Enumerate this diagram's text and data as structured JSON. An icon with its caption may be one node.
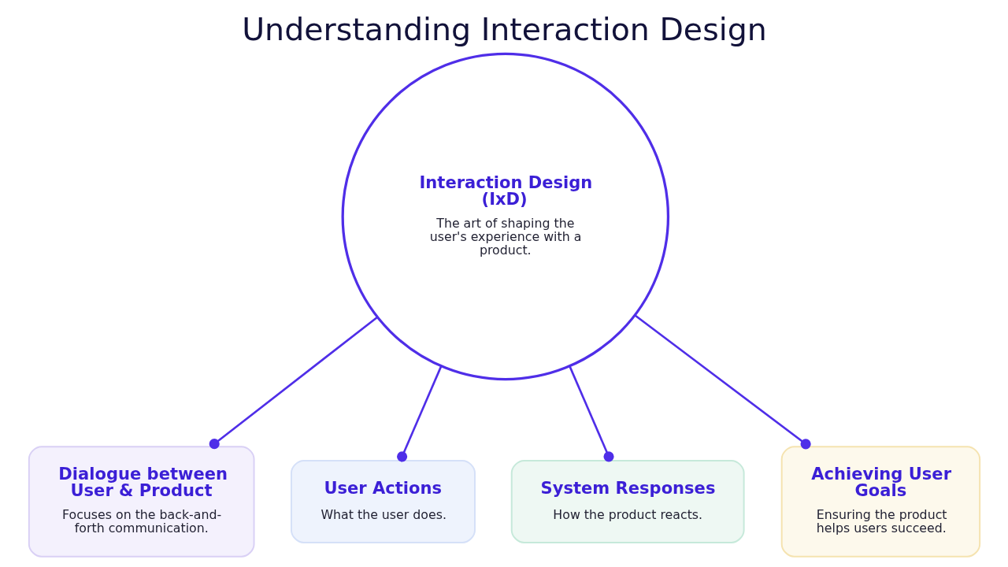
{
  "diagram": {
    "title": "Understanding Interaction Design",
    "nodes": [
      {
        "text": [
          "Interaction Design (IxD)",
          "The art of shaping the user's experience with a product."
        ]
      },
      {
        "text": [
          "Dialogue between User & Product",
          "Focuses on the back-and-forth communication."
        ]
      },
      {
        "text": [
          "User Actions",
          "What the user does."
        ]
      },
      {
        "text": [
          "System Responses",
          "How the product reacts."
        ]
      },
      {
        "text": [
          "Achieving User Goals",
          "Ensuring the product helps users succeed."
        ]
      }
    ],
    "edges": [
      {
        "from": 0,
        "to": 1,
        "arrow": "other"
      },
      {
        "from": 0,
        "to": 2,
        "arrow": "other"
      },
      {
        "from": 0,
        "to": 3,
        "arrow": "other"
      },
      {
        "from": 0,
        "to": 4,
        "arrow": "other"
      }
    ]
  }
}
